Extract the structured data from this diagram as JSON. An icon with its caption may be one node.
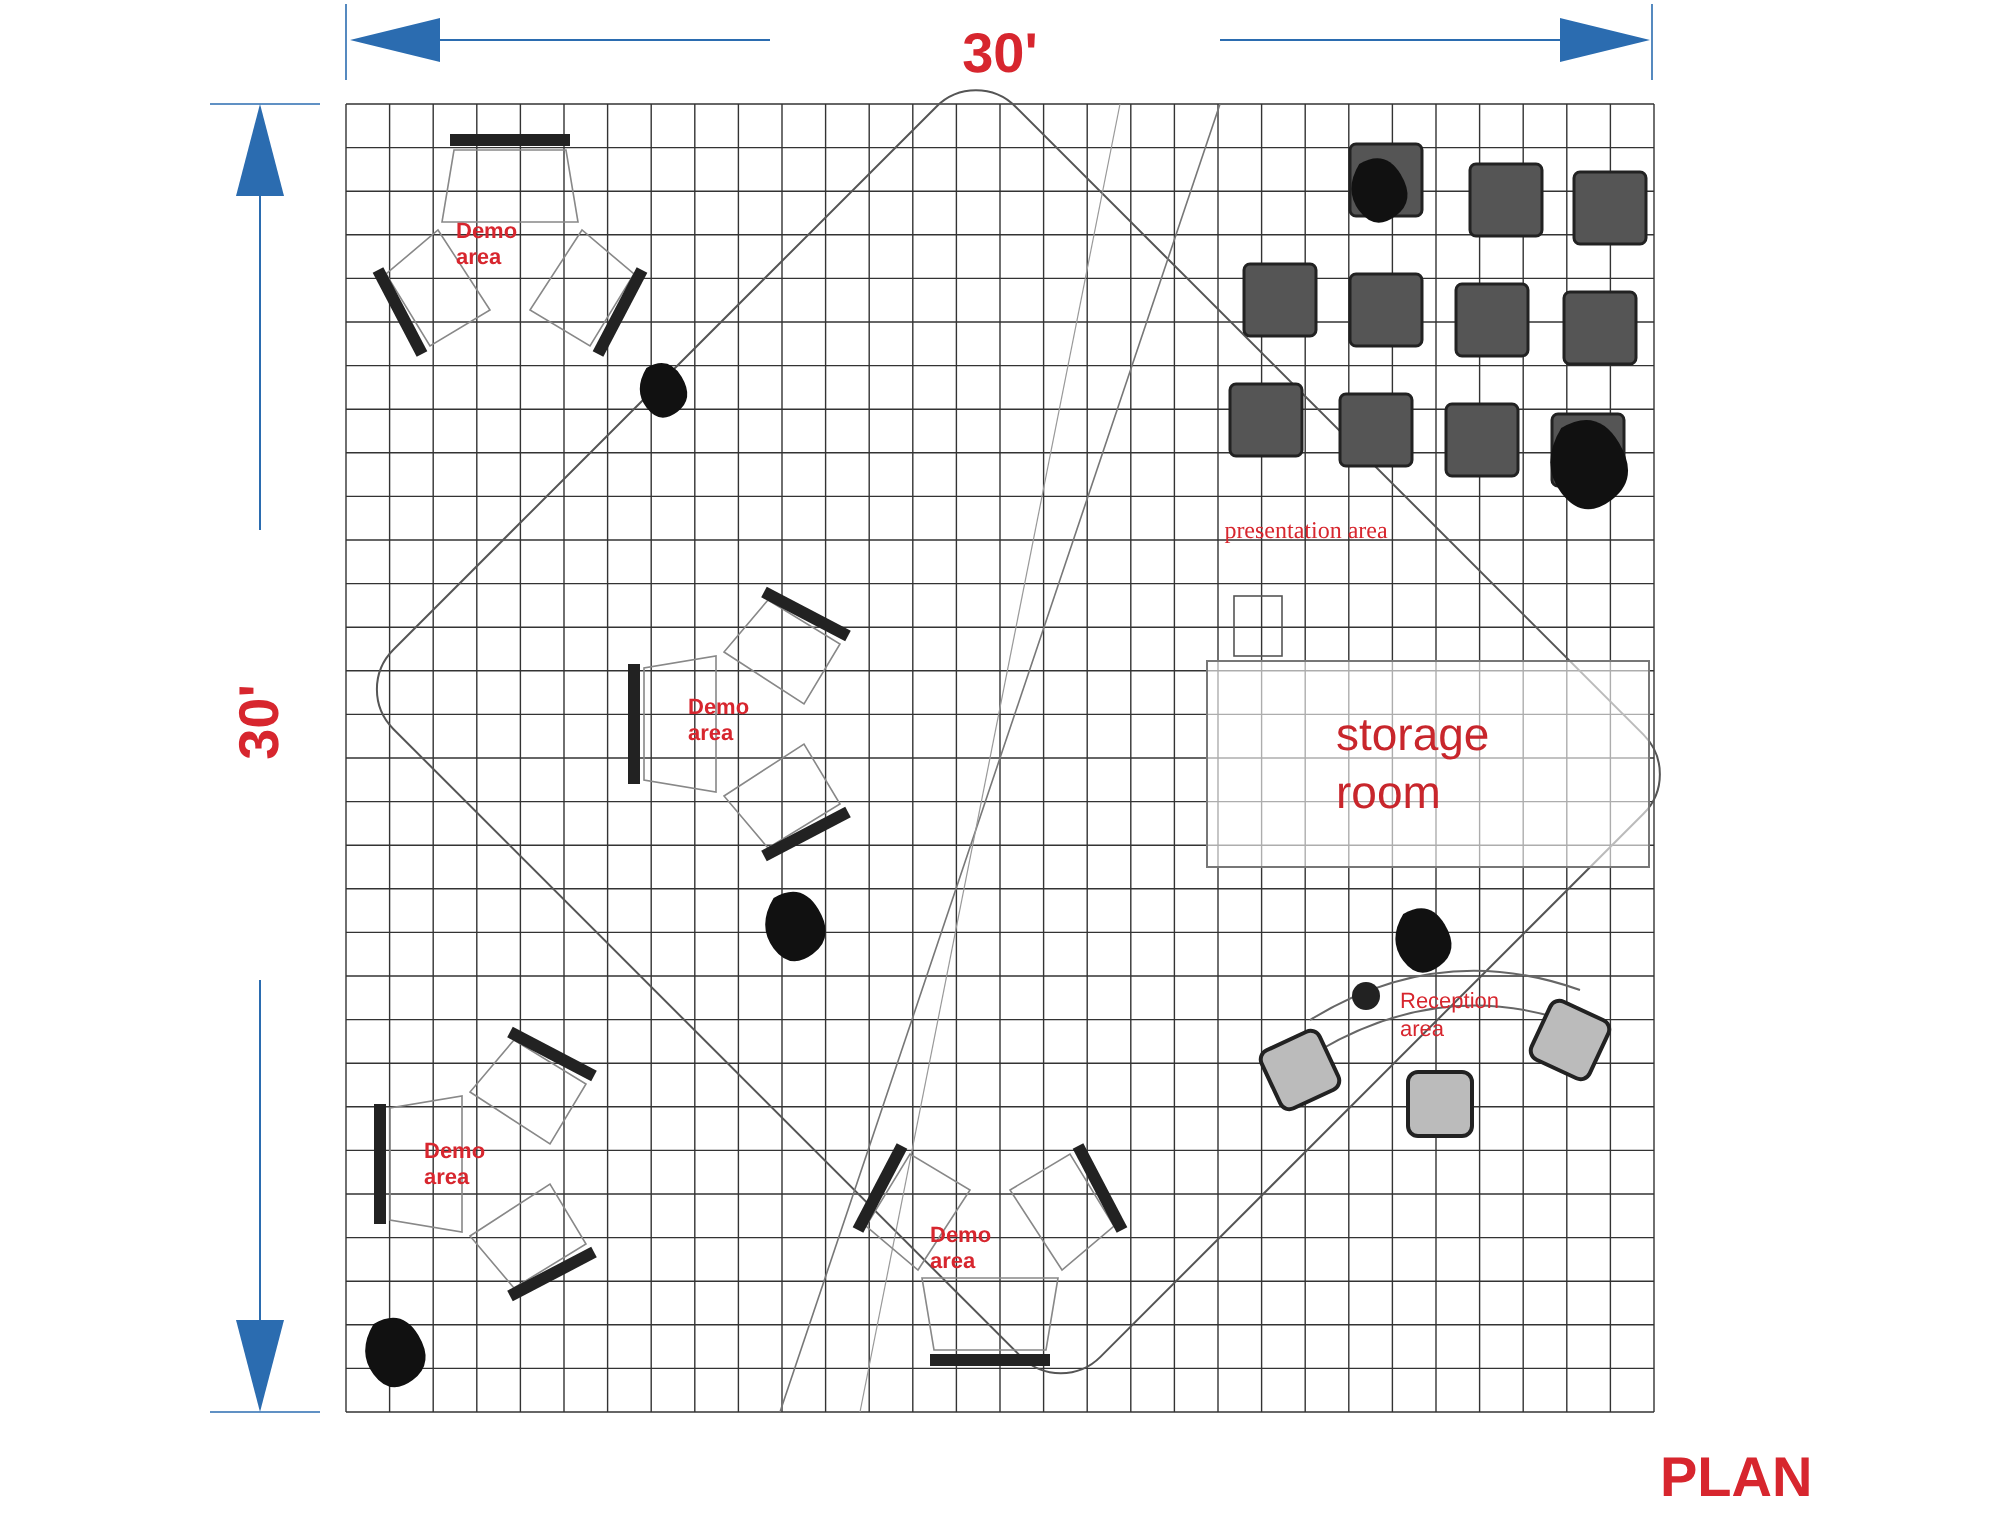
{
  "diagram": {
    "caption": "PLAN",
    "nodes": [
      {
        "text": [
          "storage room"
        ]
      }
    ],
    "labels": [
      "30'",
      "30'",
      "Demo area",
      "presentation area",
      "Demo area",
      "Reception area",
      "Demo area",
      "Demo area"
    ]
  }
}
